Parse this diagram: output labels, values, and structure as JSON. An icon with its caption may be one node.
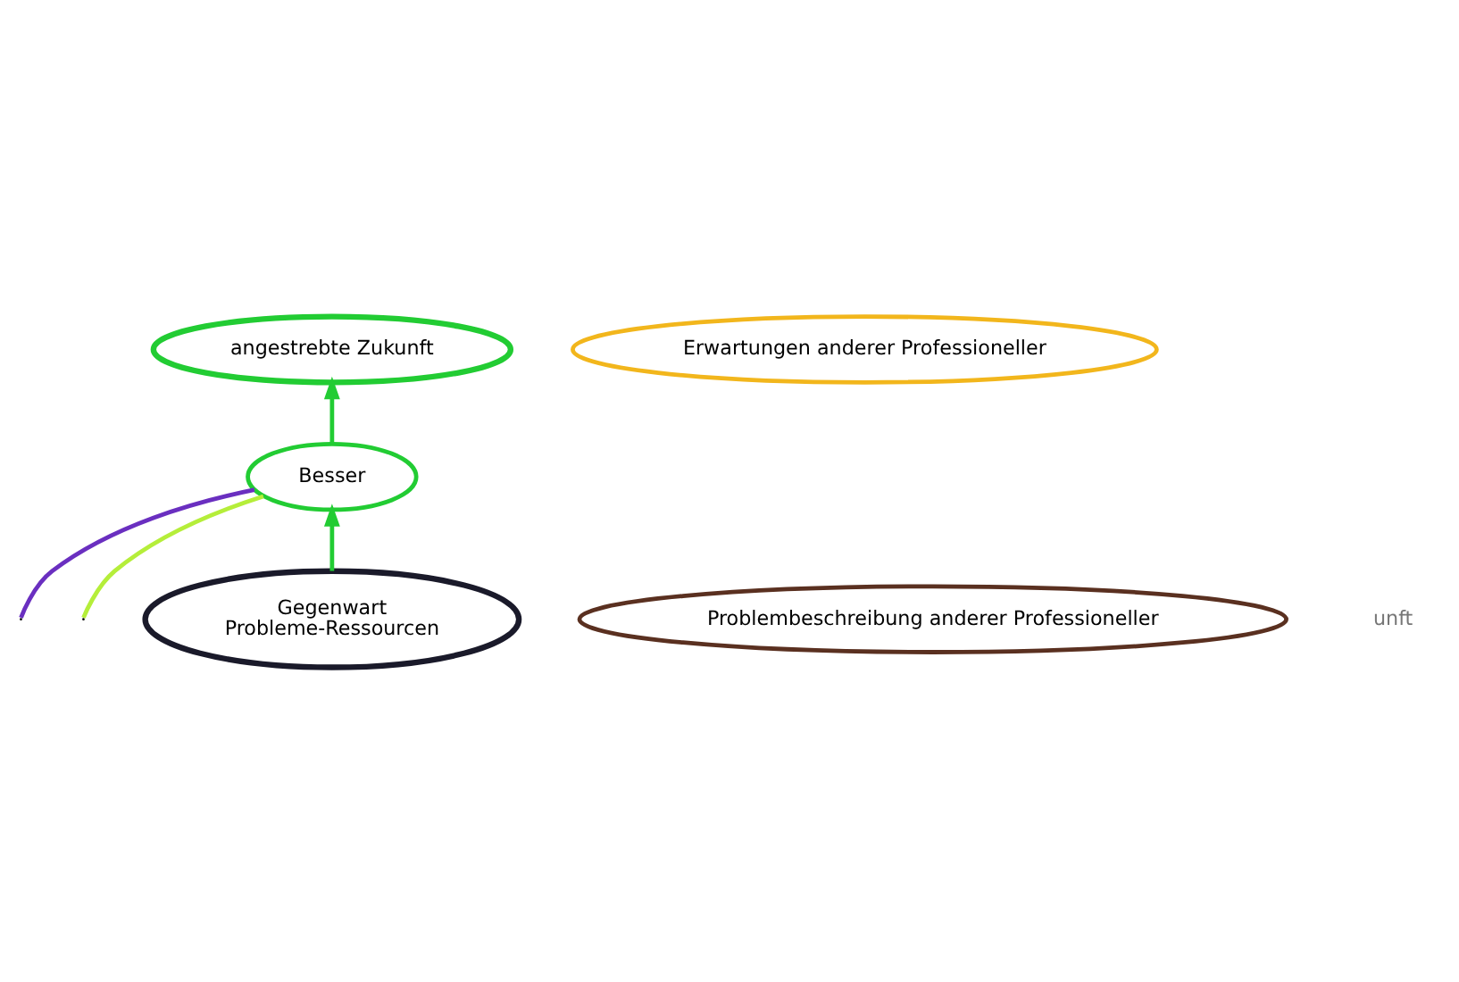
{
  "diagram": {
    "nodes": [
      {
        "text": [
          "angestrebte Zukunft"
        ]
      },
      {
        "text": [
          "Erwartungen anderer Professioneller"
        ]
      },
      {
        "text": [
          "Besser"
        ]
      },
      {
        "text": [
          "Gegenwart",
          "Probleme-Ressourcen"
        ]
      },
      {
        "text": [
          "Problembeschreibung anderer Professioneller"
        ]
      }
    ],
    "edges": [
      {
        "from": 2,
        "to": 0,
        "arrow": "to"
      },
      {
        "from": 3,
        "to": 2,
        "arrow": "to"
      },
      {
        "from": 2,
        "to": null,
        "arrow": "none",
        "color": "#6a2fc0"
      },
      {
        "from": 2,
        "to": null,
        "arrow": "none",
        "color": "#b5ee3a"
      }
    ],
    "labels": [
      "unft"
    ]
  }
}
